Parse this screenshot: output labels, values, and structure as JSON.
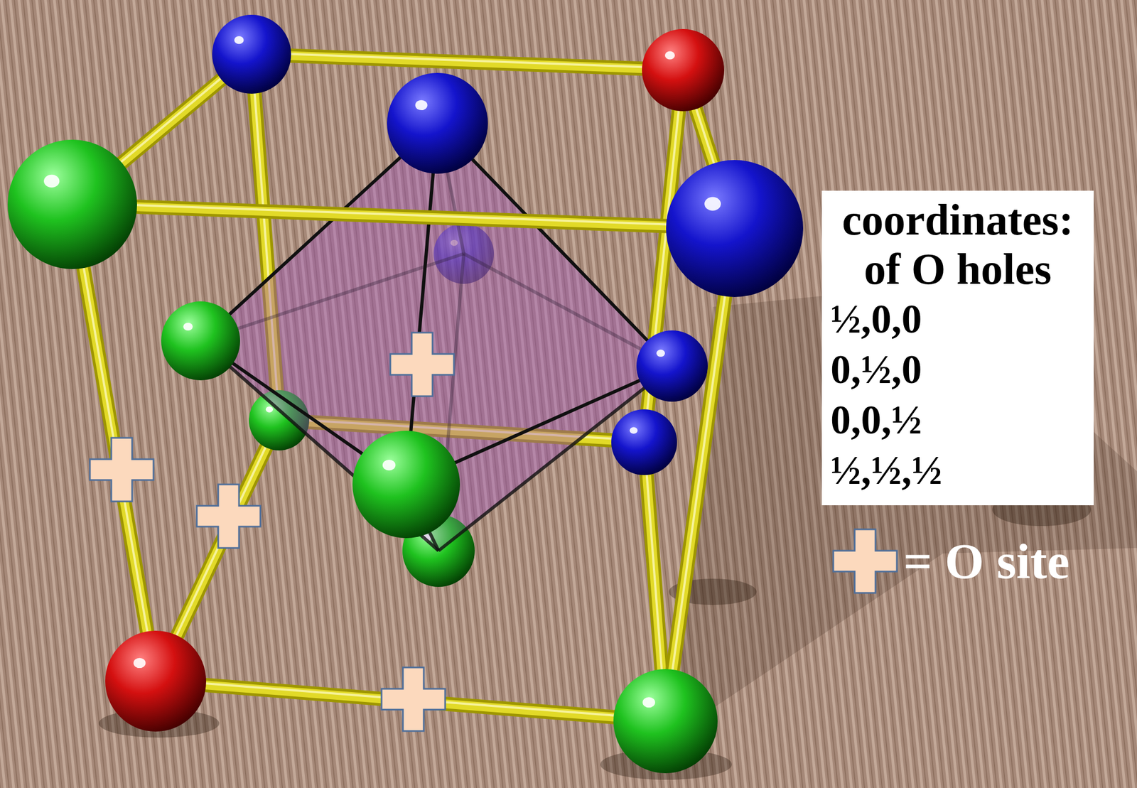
{
  "diagram": {
    "nodes": [
      {
        "text": [
          "coordinates: of O holes",
          "½,0,0",
          "0,½,0",
          "0,0,½",
          "½,½,½"
        ]
      }
    ],
    "edges": [],
    "legend": [
      {
        "text": "= O site"
      }
    ]
  }
}
